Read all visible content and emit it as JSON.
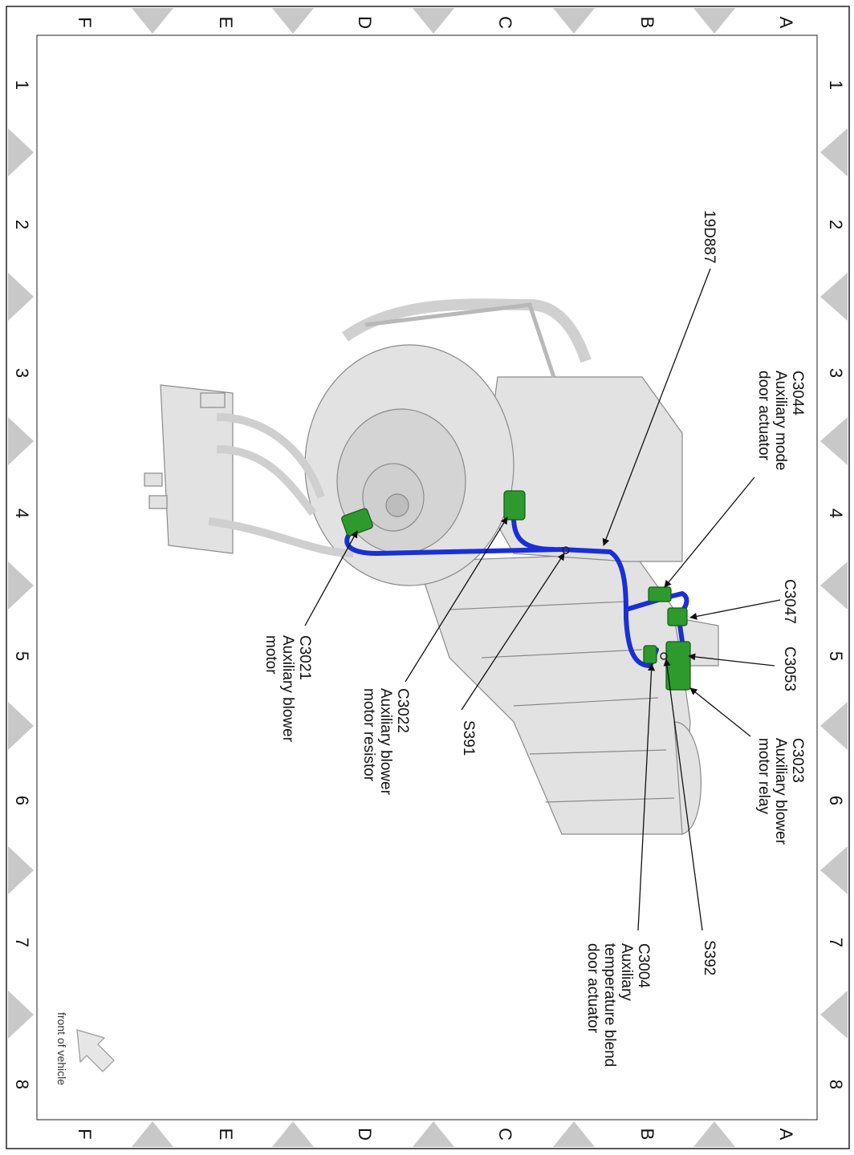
{
  "grid": {
    "rows": [
      "A",
      "B",
      "C",
      "D",
      "E",
      "F"
    ],
    "cols": [
      "1",
      "2",
      "3",
      "4",
      "5",
      "6",
      "7",
      "8"
    ]
  },
  "callouts": {
    "c3044": [
      "C3044",
      "Auxiliary mode",
      "door actuator"
    ],
    "c3047": [
      "C3047"
    ],
    "c3053": [
      "C3053"
    ],
    "c3023": [
      "C3023",
      "Auxiliary blower",
      "motor relay"
    ],
    "c3004": [
      "C3004",
      "Auxiliary",
      "temperature blend",
      "door actuator"
    ],
    "s392": [
      "S392"
    ],
    "s391": [
      "S391"
    ],
    "c3022": [
      "C3022",
      "Auxiliary blower",
      "motor resistor"
    ],
    "c3021": [
      "C3021",
      "Auxiliary blower",
      "motor"
    ],
    "harness": [
      "19D887"
    ]
  },
  "front_label": "front of vehicle",
  "colors": {
    "harness": "#1a2fd4",
    "connector": "#2e9a2e",
    "housing": "#e2e2e2",
    "housing_stroke": "#8a8a8a",
    "border_marker": "#c8c8c8"
  }
}
